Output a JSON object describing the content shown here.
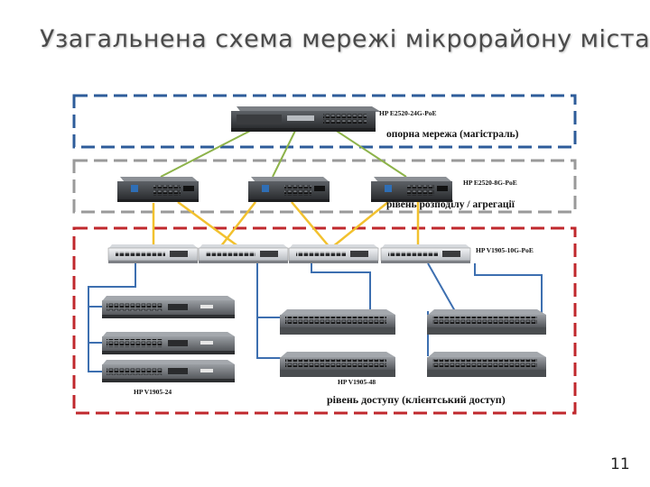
{
  "slide": {
    "title": "Узагальнена схема мережі мікрорайону міста",
    "page_number": "11"
  },
  "diagram": {
    "core_zone_label": "опорна мережа (магістраль)",
    "core_switch_model": "HP E2520-24G-PoE",
    "distribution_zone_label": "рівень розподілу / агрегації",
    "distribution_switch_model": "HP E2520-8G-PoE",
    "access_zone_label": "рівень доступу (клієнтський доступ)",
    "access_uplink_switch_model": "HP V1905-10G-PoE",
    "access_switch_24_model": "HP V1905-24",
    "access_switch_48_model": "HP V1905-48",
    "colors": {
      "core_border": "#2e5c9a",
      "distribution_border": "#9a9a9a",
      "access_border": "#c0282d",
      "core_links": "#8db34a",
      "distribution_links": "#f2c12e",
      "access_links": "#3d6fb0"
    }
  }
}
